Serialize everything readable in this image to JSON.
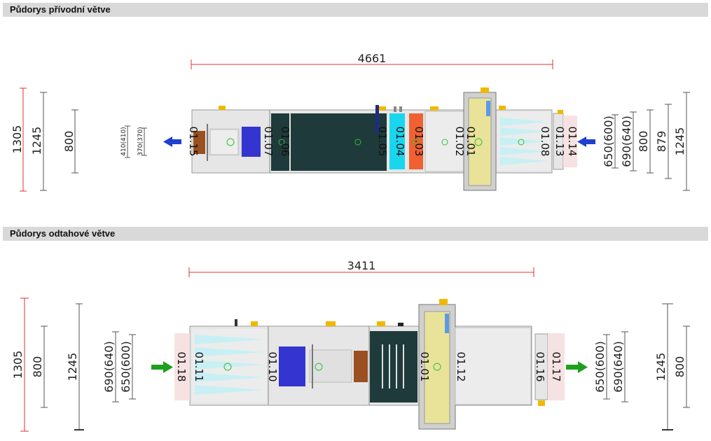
{
  "sections": {
    "supply": {
      "title": "Půdorys přívodní větve",
      "overall_length": "4661",
      "left_dims": {
        "outer_red": "1305",
        "outer": "1245",
        "inner": "800"
      },
      "duct_left": {
        "outer": "410(410)",
        "inner": "370(370)"
      },
      "right_dims": {
        "duct_a": "650(600)",
        "duct_b": "690(640)",
        "d1": "800",
        "d2": "879",
        "d3": "1245"
      },
      "modules": [
        "01.15",
        "01.07",
        "01.06",
        "01.05",
        "01.04",
        "01.03",
        "01.02",
        "01.01",
        "01.08",
        "01.13",
        "01.14"
      ]
    },
    "exhaust": {
      "title": "Půdorys odtahové větve",
      "overall_length": "3411",
      "left_dims": {
        "outer_red": "1305",
        "inner": "800",
        "outer": "1245"
      },
      "duct_left": {
        "outer": "690(640)",
        "inner": "650(600)"
      },
      "right_dims": {
        "duct_a": "650(600)",
        "duct_b": "690(640)",
        "d1": "1245",
        "d2": "800"
      },
      "modules": [
        "01.18",
        "01.11",
        "01.10",
        "01.01",
        "01.12",
        "01.16",
        "01.17"
      ]
    }
  },
  "colors": {
    "dimension_red": "#e03030",
    "supply_arrow": "#1e3fd0",
    "exhaust_arrow": "#1ea01e",
    "unit_gray": "#e6e6e6",
    "coil_dark": "#1f3a3a",
    "fan_blue": "#3434d0",
    "wheel_yellow": "#e9e39a",
    "cyan": "#19d6ee",
    "orange": "#f06030",
    "brown": "#9a5020",
    "filter_cyan": "#c8f0f4",
    "flex_pink": "#f6e2e2"
  }
}
